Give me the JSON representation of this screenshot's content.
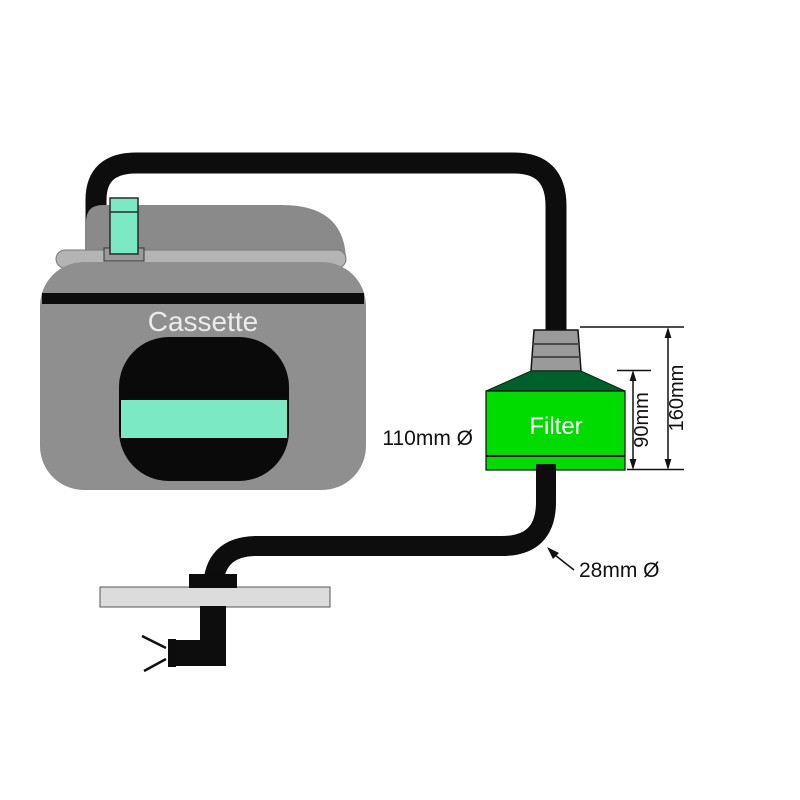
{
  "diagram": {
    "type": "technical-diagram",
    "subject": "cassette-toilet-filter-installation",
    "labels": {
      "cassette": "Cassette",
      "filter": "Filter",
      "filter_diameter": "110mm Ø",
      "filter_height": "90mm",
      "total_height": "160mm",
      "pipe_diameter": "28mm Ø"
    },
    "colors": {
      "tank_gray": "#8f8f8f",
      "tank_top_gray": "#8a8a8a",
      "rim_gray": "#b4b4b4",
      "connector_gray": "#9a9a9a",
      "accent_teal": "#7be9c3",
      "filter_green": "#00dc00",
      "funnel_green": "#00602c",
      "plate_gray": "#dcdcdc",
      "hose_black": "#0d0d0d"
    }
  }
}
